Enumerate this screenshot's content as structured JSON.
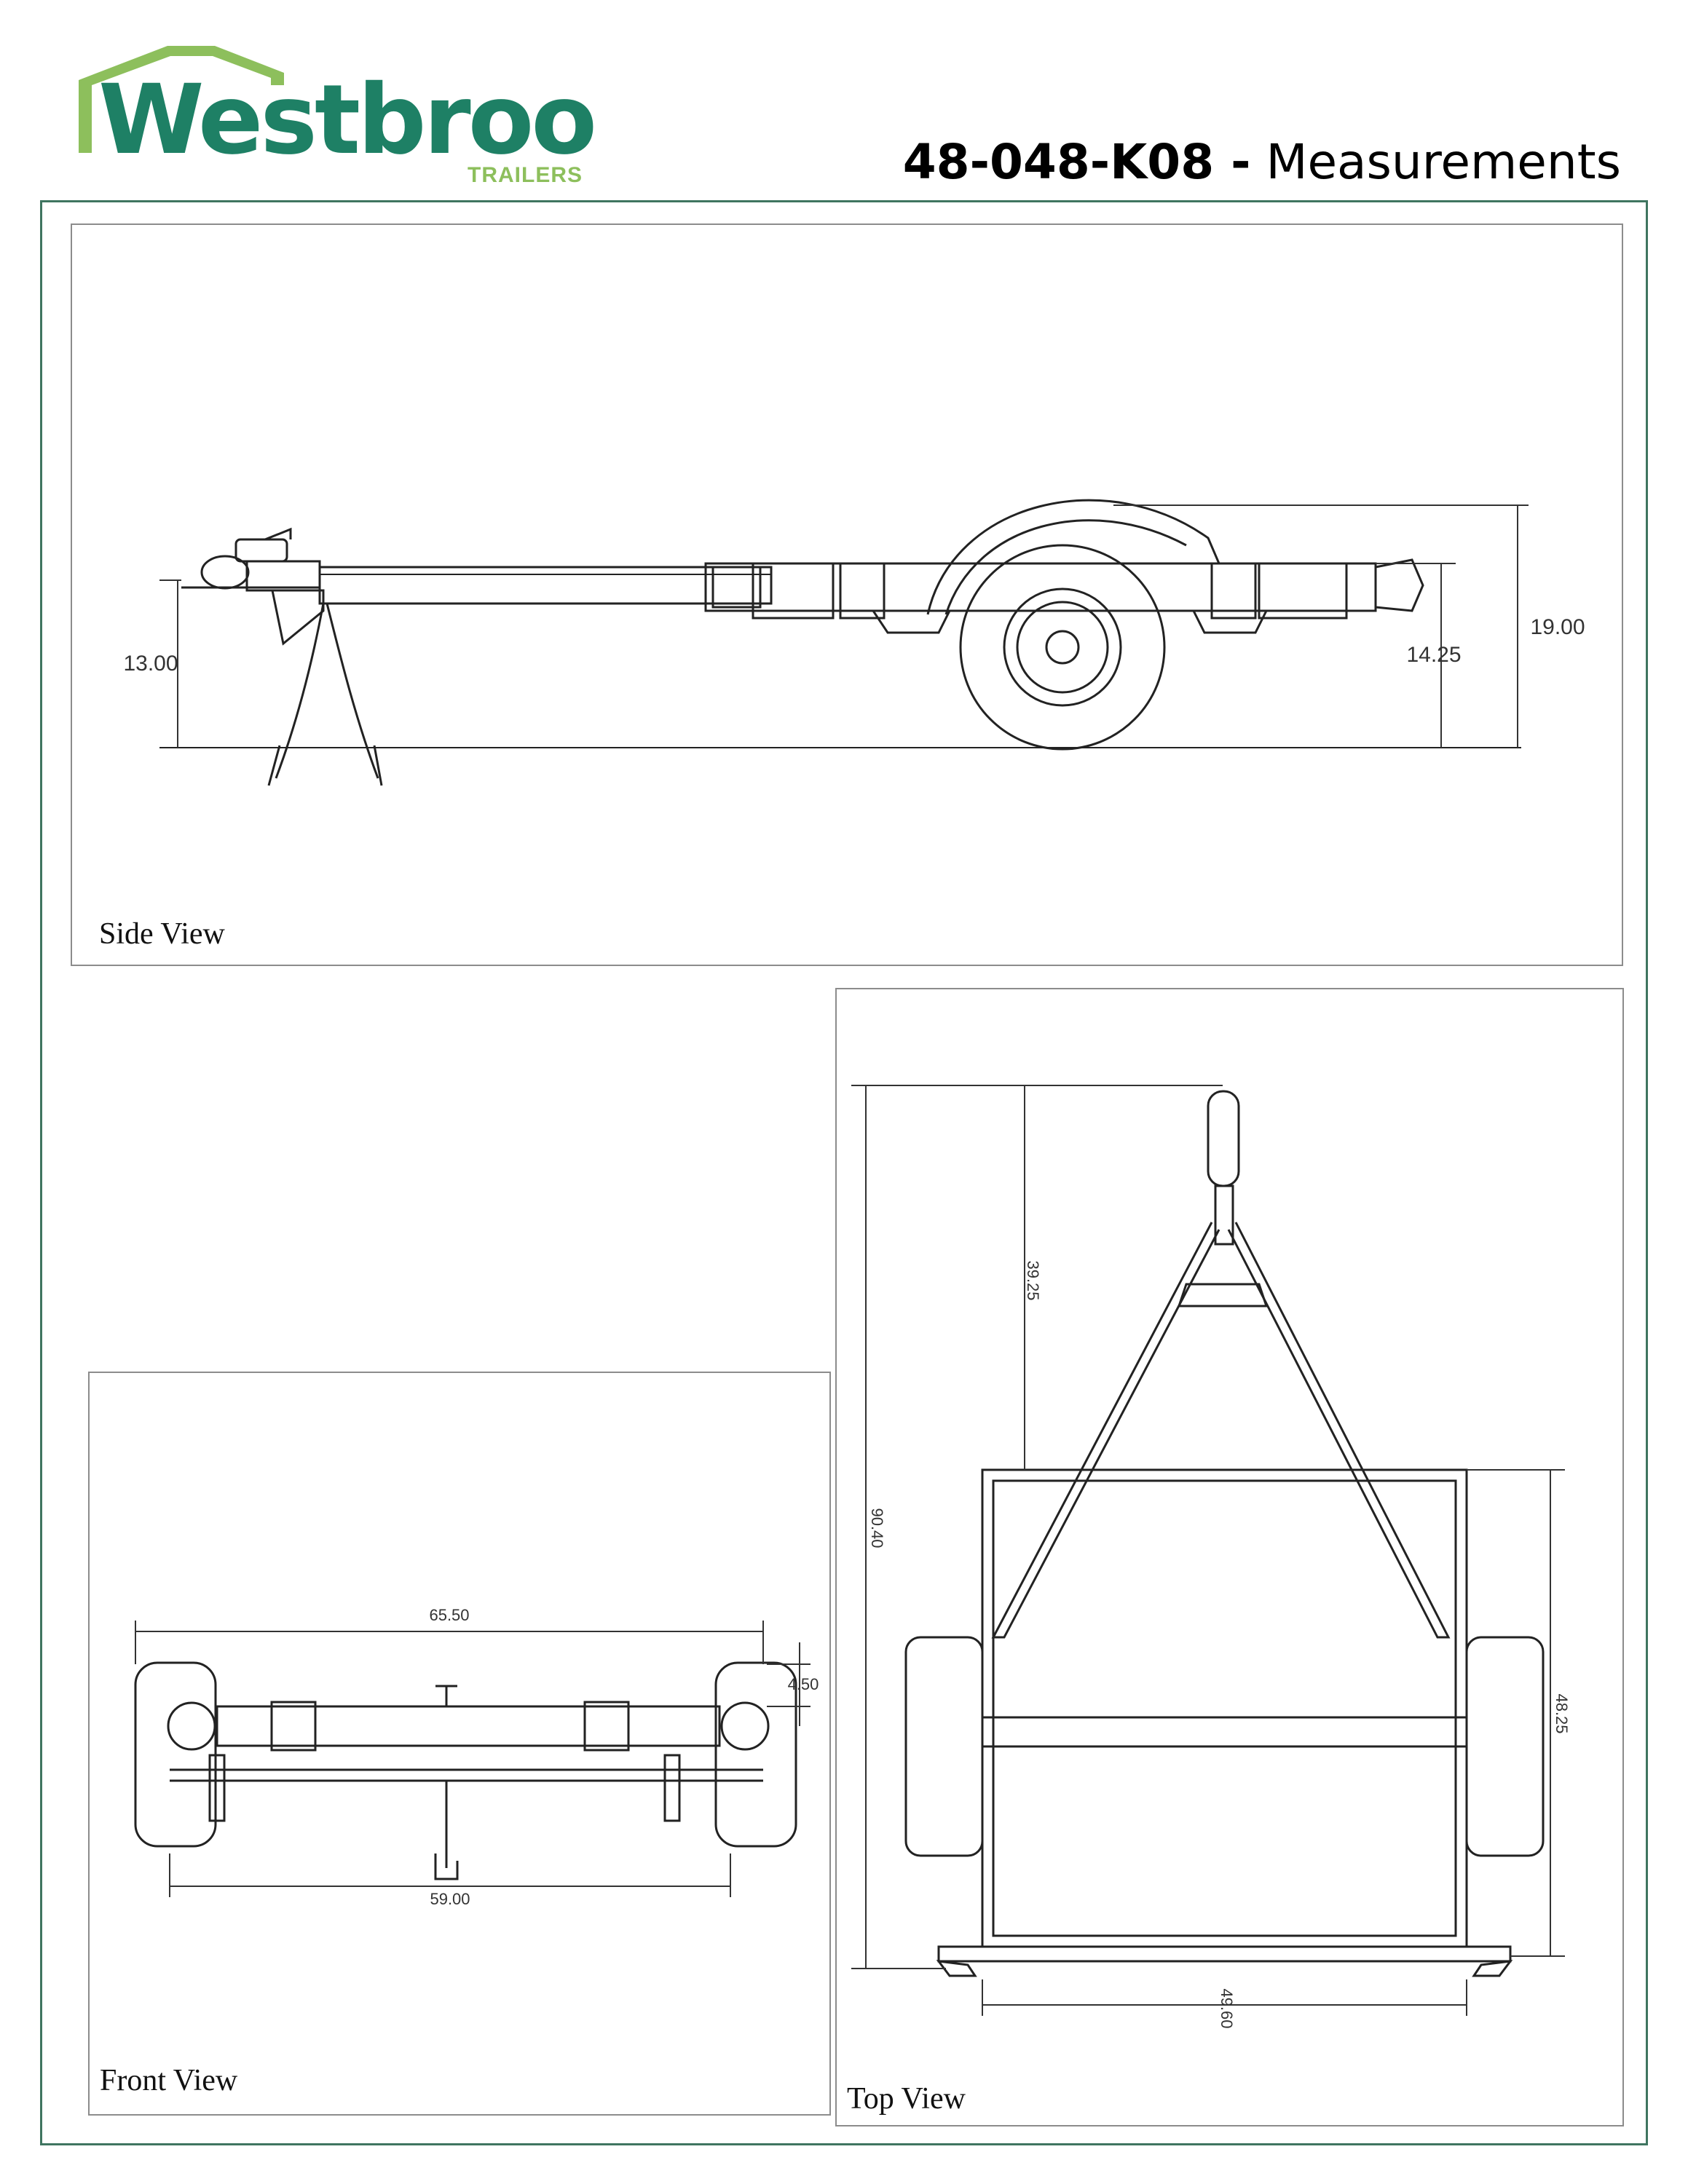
{
  "brand": {
    "name": "Westbrook",
    "tagline": "TRAILERS",
    "color_primary": "#1e8065",
    "color_accent": "#8dbf5c"
  },
  "title": {
    "code": "48-048-K08 -",
    "text": "Measurements"
  },
  "frame_color": "#3f7560",
  "views": {
    "side": {
      "label": "Side View",
      "dims": {
        "tongue_height": "13.00",
        "frame_height": "14.25",
        "fender_height": "19.00"
      }
    },
    "front": {
      "label": "Front View",
      "dims": {
        "overall_width": "65.50",
        "fender_drop": "4.50",
        "track_width": "59.00"
      }
    },
    "top": {
      "label": "Top View",
      "dims": {
        "tongue_length": "39.25",
        "overall_length": "90.40",
        "deck_length": "48.25",
        "deck_width": "49.60"
      }
    }
  }
}
